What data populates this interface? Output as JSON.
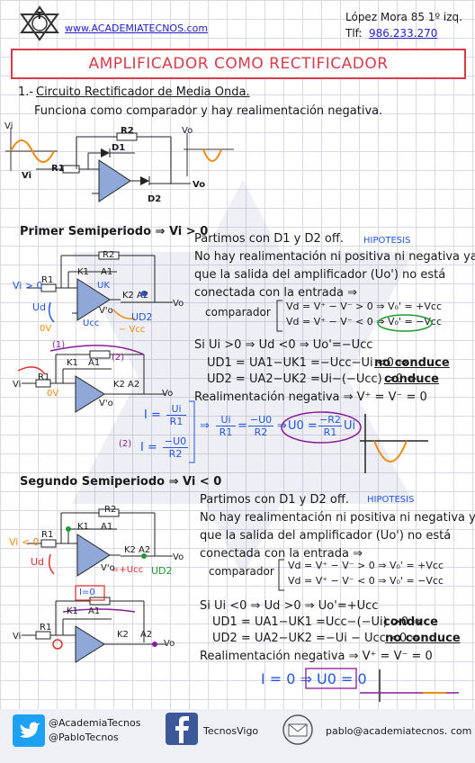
{
  "header": {
    "logo_letter": "T",
    "website": "www.ACADEMIATECNOS.com",
    "address": "López Mora 85 1º izq.",
    "phone_label": "Tlf:",
    "phone": "986.233.270"
  },
  "title": "AMPLIFICADOR COMO RECTIFICADOR",
  "section1": {
    "number": "1.-",
    "heading": "Circuito Rectificador de Media Onda.",
    "subtitle": "Funciona como comparador y hay realimentación negativa."
  },
  "main_circuit": {
    "vi_axis": "Vi",
    "vo_axis": "Vo",
    "r1": "R1",
    "r2": "R2",
    "d1": "D1",
    "d2": "D2",
    "vi": "Vi",
    "vo": "Vo"
  },
  "first": {
    "heading": "Primer Semiperiodo ⇒ Vi > 0",
    "hypothesis": "Partimos con D1 y D2 off.",
    "hypothesis_note": "HIPOTESIS",
    "text_lines": [
      "No hay realimentación ni positiva ni negativa ya",
      "que la salida del amplificador (Uo') no está",
      "conectada con la entrada ⇒"
    ],
    "comparator": "comparador",
    "eq1": "Vd = V⁺ − V⁻ > 0 ⇒ V₀' = +Vcc",
    "eq2": "Vd = V⁺ − V⁻ < 0 ⇒ V₀' = −Vcc",
    "cond": "Si Ui >0 ⇒ Ud <0 ⇒ Uo'=−Ucc",
    "ud1": "UD1 = UA1−UK1 =−Ucc−Ui <0 ⇒",
    "ud1_result": "no conduce",
    "ud2": "UD2 = UA2−UK2 =Ui−(−Ucc) >0 ⇒",
    "ud2_result": "conduce",
    "feedback": "Realimentación negativa ⇒ V⁺ = V⁻ = 0",
    "i_eq1_lhs": "I =",
    "i_eq1_num": "Ui",
    "i_eq1_den": "R1",
    "i_eq2_lhs": "I =",
    "i_eq2_num": "−U0",
    "i_eq2_den": "R2",
    "ratio_a_num": "Ui",
    "ratio_a_den": "R1",
    "ratio_b_num": "−U0",
    "ratio_b_den": "R2",
    "result_lhs": "U0 =",
    "result_num": "−R2",
    "result_den": "R1",
    "result_tail": "Ui",
    "labels": {
      "vi_gt0": "Vi > 0",
      "ud": "Ud",
      "ud2": "UD2",
      "uk": "UK",
      "ucc": "Ucc",
      "vcc": "− Vcc",
      "ov": "0V",
      "vo_prime": "V'o",
      "k1": "K1",
      "a1": "A1",
      "k2": "K2",
      "a2": "A2",
      "r1": "R1",
      "r2": "R2",
      "vi": "Vi",
      "vo": "Vo",
      "n1": "(1)",
      "n2": "(2)"
    }
  },
  "second": {
    "heading": "Segundo Semiperiodo ⇒ Vi < 0",
    "hypothesis": "Partimos con D1 y D2 off.",
    "hypothesis_note": "HIPOTESIS",
    "text_lines": [
      "No hay realimentación ni positiva ni negativa ya",
      "que la salida del amplificador (Uo') no está",
      "conectada con la entrada ⇒"
    ],
    "comparator": "comparador",
    "eq1": "Vd = V⁺ − V⁻ > 0 ⇒ V₀' = +Vcc",
    "eq2": "Vd = V⁺ − V⁻ < 0 ⇒ V₀' = −Vcc",
    "cond": "Si Ui <0 ⇒ Ud >0 ⇒ Uo'=+Ucc",
    "ud1": "UD1 = UA1−UK1 =Ucc−(−Ui) >0 ⇒",
    "ud1_result": "conduce",
    "ud2": "UD2 = UA2−UK2 =−Ui − Ucc <0 ⇒",
    "ud2_result": "no conduce",
    "feedback": "Realimentación negativa ⇒ V⁺ = V⁻ = 0",
    "result": "I = 0 ⇒ U0 = 0",
    "labels": {
      "vi_lt0": "Vi < 0",
      "ud": "Ud",
      "ud2": "UD2",
      "ucc": "=+Ucc",
      "i0": "I=0",
      "vo_prime": "V'o",
      "k1": "K1",
      "a1": "A1",
      "k2": "K2",
      "a2": "A2",
      "r1": "R1",
      "r2": "R2",
      "vi": "Vi",
      "vo": "Vo"
    }
  },
  "footer": {
    "twitter1": "@AcademiaTecnos",
    "twitter2": "@PabloTecnos",
    "facebook": "TecnosVigo",
    "email": "pablo@academiatecnos. com"
  },
  "colors": {
    "title": "#d83c4a",
    "red": "#e0302c",
    "blue": "#2255dd",
    "green": "#1e9a2e",
    "purple": "#8a1a9a",
    "orange": "#f08a10",
    "twitter": "#1da1f2",
    "facebook": "#3b5998"
  },
  "icons": [
    "logo-icon",
    "twitter-icon",
    "facebook-icon",
    "email-icon"
  ]
}
